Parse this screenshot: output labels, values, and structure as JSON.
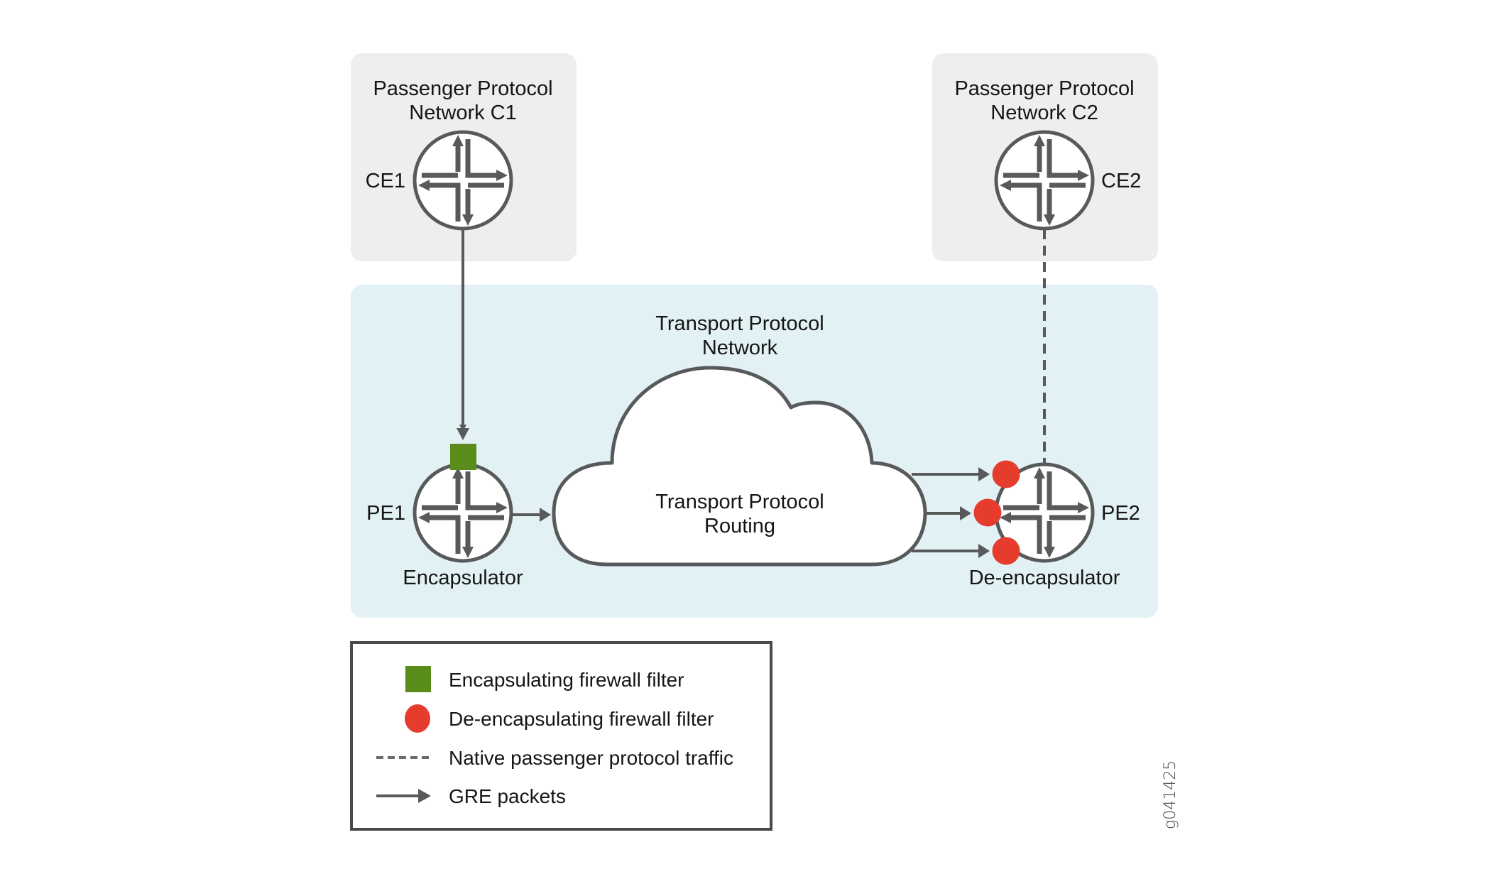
{
  "colors": {
    "passenger_bg": "#eeeeee",
    "transport_bg": "#e2f1f4",
    "stroke": "#58595b",
    "encap_filter": "#5a8c1c",
    "decap_filter": "#e53c2e",
    "legend_border": "#4a4a4a"
  },
  "regions": {
    "c1": {
      "title_line1": "Passenger Protocol",
      "title_line2": "Network C1"
    },
    "c2": {
      "title_line1": "Passenger Protocol",
      "title_line2": "Network C2"
    },
    "transport": {
      "title_line1": "Transport Protocol",
      "title_line2": "Network"
    }
  },
  "cloud": {
    "label_line1": "Transport Protocol",
    "label_line2": "Routing"
  },
  "routers": {
    "ce1": {
      "name": "CE1",
      "icon": "router-icon"
    },
    "ce2": {
      "name": "CE2",
      "icon": "router-icon"
    },
    "pe1": {
      "name": "PE1",
      "role": "Encapsulator",
      "icon": "router-icon"
    },
    "pe2": {
      "name": "PE2",
      "role": "De-encapsulator",
      "icon": "router-icon"
    }
  },
  "links": [
    {
      "from": "CE1",
      "to": "PE1",
      "type": "GRE packets",
      "style": "solid-arrow"
    },
    {
      "from": "PE1",
      "to": "Transport cloud",
      "type": "GRE packets",
      "style": "solid-arrow"
    },
    {
      "from": "Transport cloud",
      "to": "PE2",
      "type": "GRE packets",
      "style": "solid-arrow",
      "count": 3
    },
    {
      "from": "PE2",
      "to": "CE2",
      "type": "Native passenger protocol traffic",
      "style": "dashed"
    }
  ],
  "filters": {
    "encap_count": 1,
    "decap_count": 3
  },
  "legend": {
    "items": [
      {
        "symbol": "green-square",
        "label": "Encapsulating firewall filter"
      },
      {
        "symbol": "red-circle",
        "label": "De-encapsulating firewall filter"
      },
      {
        "symbol": "dashed-line",
        "label": "Native passenger protocol traffic"
      },
      {
        "symbol": "arrow",
        "label": "GRE packets"
      }
    ]
  },
  "figure_id": "g041425"
}
